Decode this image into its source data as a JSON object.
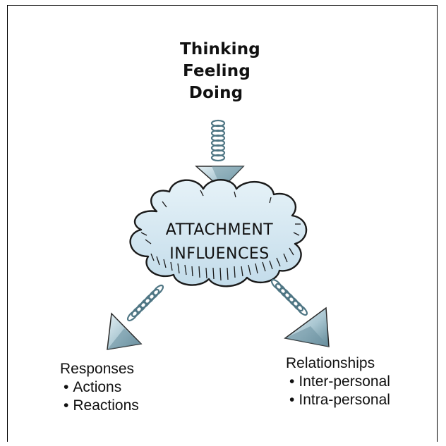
{
  "top_words": [
    "Thinking",
    "Feeling",
    "Doing"
  ],
  "cloud": {
    "line1": "ATTACHMENT",
    "line2": "INFLUENCES"
  },
  "responses": {
    "heading": "Responses",
    "items": [
      "Actions",
      "Reactions"
    ]
  },
  "relationships": {
    "heading": "Relationships",
    "items": [
      "Inter-personal",
      "Intra-personal"
    ]
  },
  "colors": {
    "arrow_light": "#d6e8ee",
    "arrow_dark": "#6f95a3",
    "spring": "#5d8593",
    "cloud_fill": "#d3e7f2",
    "outline": "#1a1a1a"
  }
}
